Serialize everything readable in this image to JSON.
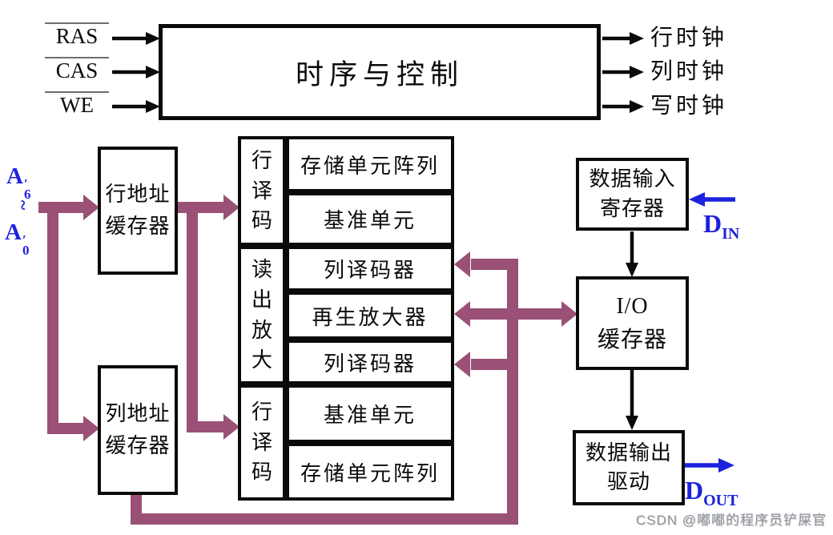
{
  "colors": {
    "purple": "#9a5175",
    "blue": "#1c22dd",
    "line_black": "#0a0a0a",
    "watermark_gray": "#8f9398"
  },
  "timing": {
    "title": "时序与控制",
    "inputs": [
      "RAS",
      "CAS",
      "WE"
    ],
    "outputs": [
      "行时钟",
      "列时钟",
      "写时钟"
    ]
  },
  "address_bus": {
    "high_base": "A",
    "high_prime": "′",
    "high_sub": "6",
    "range_tilde": "~",
    "low_base": "A",
    "low_prime": "′",
    "low_sub": "0"
  },
  "buffers": {
    "row_address": {
      "line1": "行地址",
      "line2": "缓存器"
    },
    "column_address": {
      "line1": "列地址",
      "line2": "缓存器"
    }
  },
  "memory_core": {
    "sections": [
      "行译码",
      "读出放大",
      "行译码"
    ],
    "rows": [
      "存储单元阵列",
      "基准单元",
      "列译码器",
      "再生放大器",
      "列译码器",
      "基准单元",
      "存储单元阵列"
    ]
  },
  "data_path": {
    "input_register": {
      "line1": "数据输入",
      "line2": "寄存器"
    },
    "io_buffer": {
      "line1": "I/O",
      "line2": "缓存器"
    },
    "output_driver": {
      "line1": "数据输出",
      "line2": "驱动"
    },
    "d_in": {
      "base": "D",
      "sub": "IN"
    },
    "d_out": {
      "base": "D",
      "sub": "OUT"
    }
  },
  "watermark": "CSDN @嘟嘟的程序员铲屎官"
}
